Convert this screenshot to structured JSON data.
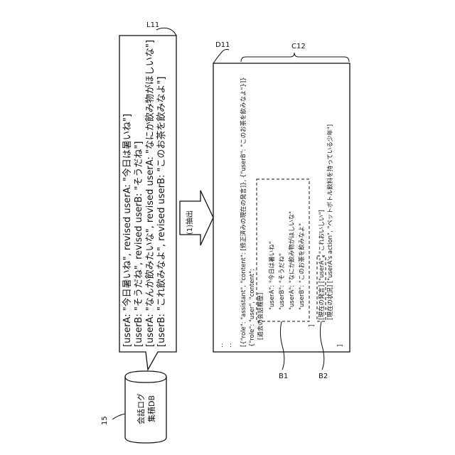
{
  "db": {
    "ref": "15",
    "line1": "会話ログ",
    "line2": "集積DB"
  },
  "log": {
    "ref": "L11",
    "lines": [
      "[userA: \"今日暑いね\", revised userA: \"今日は暑いね\"]",
      "[userB: \"そうだね\", revised userB: \"そうだね\"]",
      "[userA: \"なんか飲みたいな\", revised userA: \"なにか飲み物がほしいな\"]",
      "[userB: \"これ飲みなよ\", revised userB: \"このお茶を飲みなよ\"]"
    ]
  },
  "arrow": {
    "label": "(1)抽出"
  },
  "doc": {
    "ref": "D11",
    "brace_ref": "C12",
    "b1_ref": "B1",
    "b2_ref": "B2",
    "dots1": ":",
    "dots2": ":",
    "row1": "[{\"role\": \"assistant\", \"content\": [修正済みの現在の発言]}, {\"userB\": \"このお茶を飲みなよ\"}]}",
    "row2": "{\"role\": \"user\", \"content\":",
    "row3": "[過去の会話履歴]",
    "hist": [
      "\"userA\": \"今日は暑いね\"",
      "\"userB\": \"そうだね\"",
      "\"userA\": \"なにか飲み物がほしいな\"",
      "\"userB\": \"このお茶を飲みなよ\""
    ],
    "bracket_close": "]",
    "current_speech": "[現在の発言] [\"userA\", \"これおいしい\"]",
    "current_situation": "[現在の状況] [\"userA's action\", \"ペットボトル飲料を持っている少年\"]",
    "tail": "]"
  }
}
